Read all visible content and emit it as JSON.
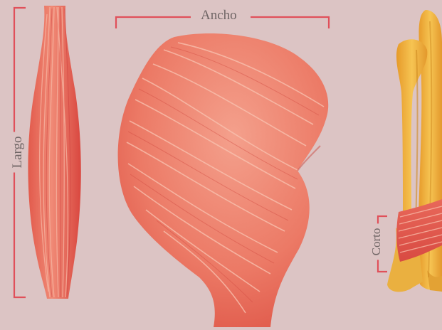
{
  "labels": {
    "largo": "Largo",
    "ancho": "Ancho",
    "corto": "Corto"
  },
  "colors": {
    "background": "#dcc4c4",
    "bracket": "#e0505a",
    "muscle_light": "#f4a08a",
    "muscle_mid": "#ea6e5c",
    "muscle_dark": "#d8453e",
    "bone": "#eeb43c",
    "bone_dark": "#d99424"
  },
  "items": [
    {
      "id": "largo",
      "description_icon": "long-muscle-icon"
    },
    {
      "id": "ancho",
      "description_icon": "wide-muscle-icon"
    },
    {
      "id": "corto",
      "description_icon": "short-muscle-icon"
    }
  ]
}
